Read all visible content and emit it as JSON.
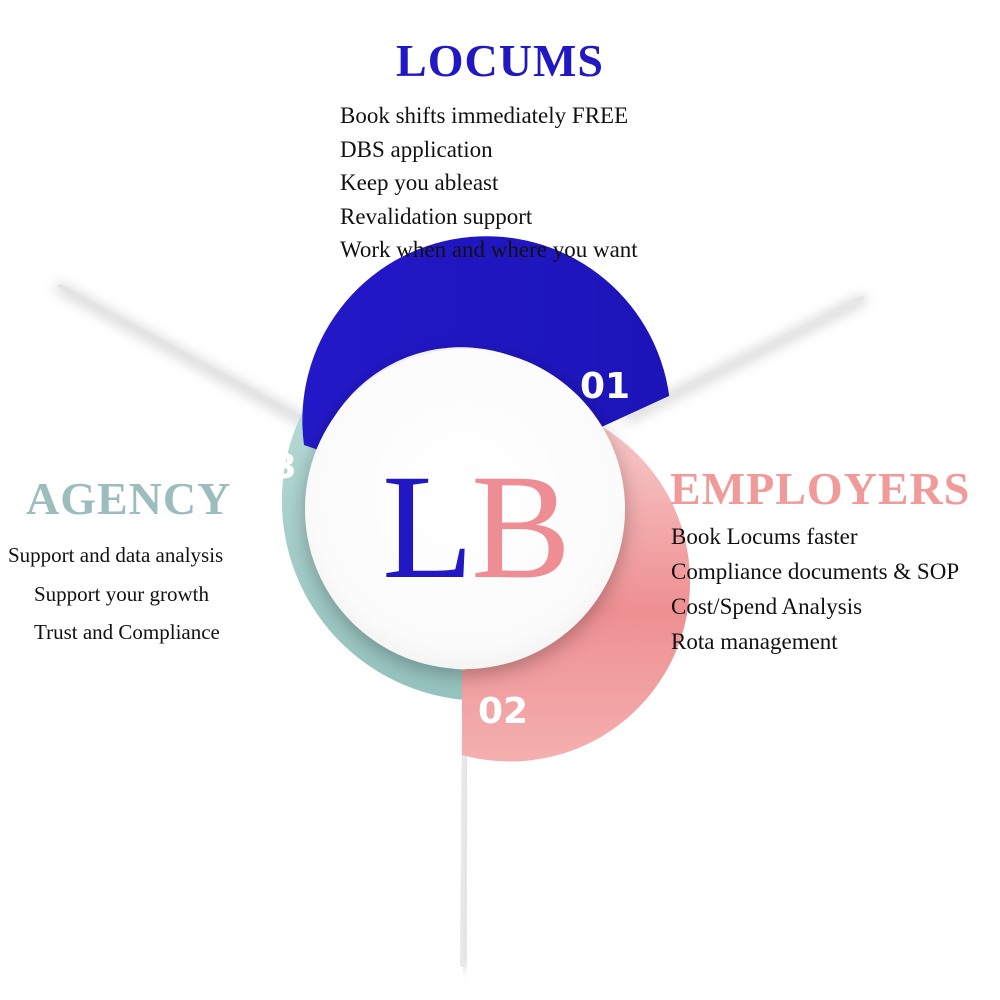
{
  "colors": {
    "locums": "#2118c4",
    "employers": "#f09a9a",
    "employers_dark": "#ee8e90",
    "agency": "#9fc7c4",
    "agency_title": "#9dbcbd",
    "logo_l": "#2118c4",
    "logo_b": "#ee8e94"
  },
  "logo": {
    "letter_l": "L",
    "letter_b": "B"
  },
  "sections": {
    "locums": {
      "number": "01",
      "title": "LOCUMS",
      "items": [
        "Book shifts immediately FREE",
        "DBS application",
        "Keep you ableast",
        "Revalidation support",
        "Work when and where you want"
      ]
    },
    "employers": {
      "number": "02",
      "title": "EMPLOYERS",
      "items": [
        "Book Locums faster",
        "Compliance documents & SOP",
        "Cost/Spend Analysis",
        "Rota management"
      ]
    },
    "agency": {
      "number": "03",
      "title": "AGENCY",
      "items": [
        "Support and data analysis",
        "Support your growth",
        "Trust and Compliance"
      ]
    }
  }
}
